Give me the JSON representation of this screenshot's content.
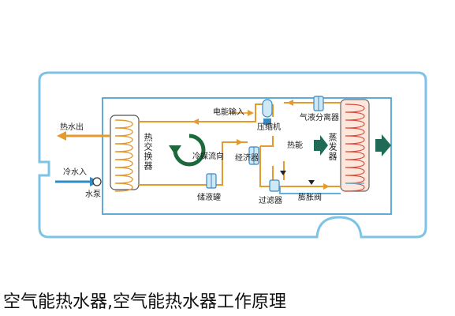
{
  "labels": {
    "hot_water_out": "热水出",
    "cold_water_in": "冷水入",
    "water_pump": "水泵",
    "heat_exchanger": "热交换器",
    "power_input": "电能输入",
    "compressor": "压缩机",
    "gas_liquid_separator": "气液分离器",
    "refrigerant_flow": "冷媒流向",
    "economizer": "经济器",
    "liquid_receiver": "储液罐",
    "filter": "过滤器",
    "expansion_valve": "膨胀阀",
    "heat_energy": "热能",
    "evaporator": "蒸发器"
  },
  "caption": "空气能热水器,空气能热水器工作原理",
  "colors": {
    "outline": "#7ec3e6",
    "frame": "#4fa3d3",
    "hot_pipe": "#e69a2e",
    "cold_pipe": "#5bb5e0",
    "arrow_dark": "#1f6b55",
    "rotation": "#1c6a3c",
    "evap_fill": "#fde7dd"
  }
}
